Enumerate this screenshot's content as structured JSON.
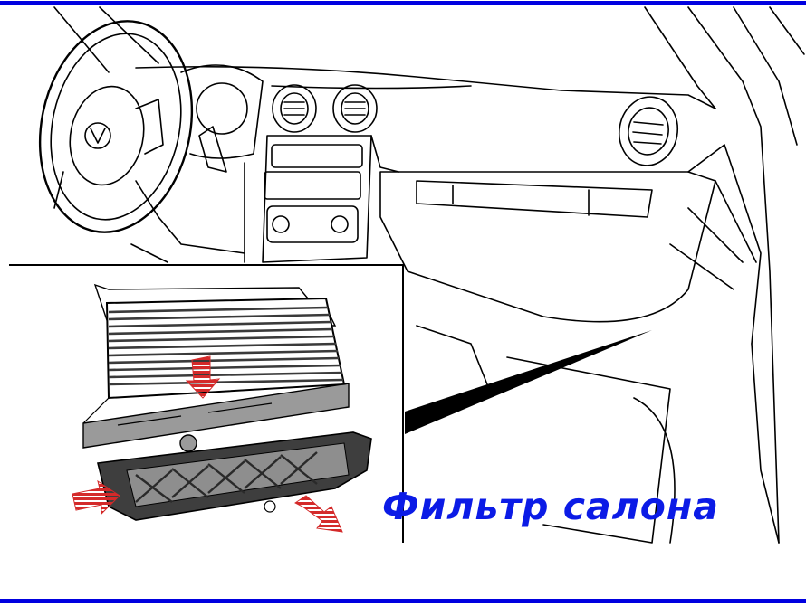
{
  "caption": "Фильтр салона",
  "colors": {
    "frame_line": "#0000e0",
    "caption": "#0b1be6",
    "arrow_red": "#d42a2a",
    "filter_dark": "#3a3a3a",
    "filter_grey": "#9a9a9a",
    "line_art": "#000000"
  },
  "icons": {
    "arrow_down": "red-striped-arrow-down",
    "arrow_in": "red-striped-arrow-right",
    "arrow_out": "red-striped-arrow-down-right"
  }
}
